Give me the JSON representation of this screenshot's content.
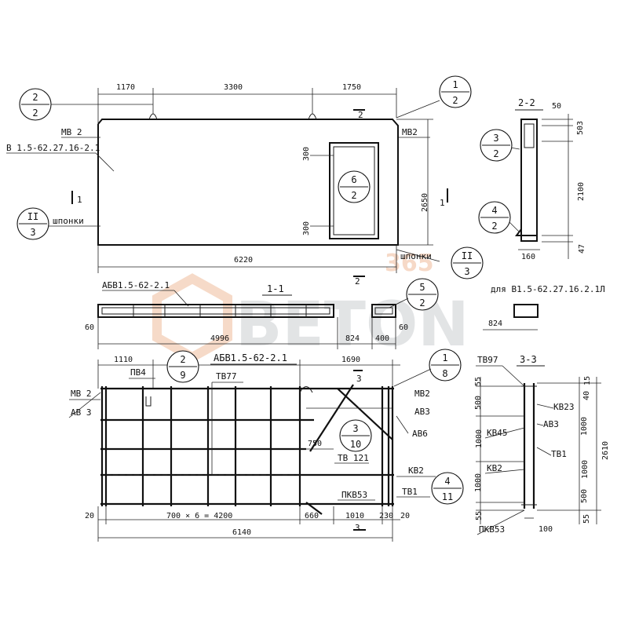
{
  "views": {
    "elevation": {
      "top_dims": [
        "1170",
        "3300",
        "1750"
      ],
      "bottom_dim": "6220",
      "height_dim": "2650",
      "opening_dims": [
        "300",
        "300"
      ],
      "mark_left": "МВ 2",
      "mark_right": "МВ2",
      "panel_code": "В 1.5-62.27.16-2.1",
      "keys_left": "шпонки",
      "keys_right": "шпонки",
      "section_marks": [
        "1",
        "1",
        "2",
        "2"
      ]
    },
    "section_1_1": {
      "title": "1-1",
      "label_left": "АБВ1.5-62-2.1",
      "label_right": "для В1.5-62.27.16.2.1Л",
      "dims": [
        "60",
        "4996",
        "824",
        "400",
        "60",
        "824"
      ]
    },
    "section_2_2": {
      "title": "2-2",
      "dims": [
        "50",
        "503",
        "2100",
        "47",
        "160"
      ]
    },
    "reinforcement": {
      "title": "АБВ1.5-62-2.1",
      "labels": [
        "МВ 2",
        "АВ 3",
        "ПВ4",
        "ТВ77",
        "МВ2",
        "АВ3",
        "АВ6",
        "ТВ 121",
        "КВ2",
        "ТВ1",
        "ПКВ53"
      ],
      "top_dims": [
        "1110",
        "1690"
      ],
      "bottom_dims": [
        "20",
        "700 × 6 = 4200",
        "660",
        "1010",
        "230",
        "20"
      ],
      "total": "6140",
      "inner_dim": "750",
      "section_marks": [
        "3",
        "3"
      ]
    },
    "section_3_3": {
      "title": "3-3",
      "labels": [
        "ТВ97",
        "КВ23",
        "АВ3",
        "КВ45",
        "ТВ1",
        "КВ2",
        "ПКВ53"
      ],
      "left_dims": [
        "55",
        "500",
        "1000",
        "1000",
        "55"
      ],
      "right_dims": [
        "15",
        "40",
        "1000",
        "1000",
        "500",
        "55"
      ],
      "total": "2610",
      "bottom_dim": "100"
    }
  },
  "bubbles": [
    {
      "top": "2",
      "bottom": "2"
    },
    {
      "top": "1",
      "bottom": "2"
    },
    {
      "top": "II",
      "bottom": "3"
    },
    {
      "top": "6",
      "bottom": "2"
    },
    {
      "top": "II",
      "bottom": "3"
    },
    {
      "top": "3",
      "bottom": "2"
    },
    {
      "top": "4",
      "bottom": "2"
    },
    {
      "top": "5",
      "bottom": "2"
    },
    {
      "top": "2",
      "bottom": "9"
    },
    {
      "top": "1",
      "bottom": "8"
    },
    {
      "top": "3",
      "bottom": "10"
    },
    {
      "top": "4",
      "bottom": "11"
    }
  ],
  "watermark": {
    "brand": "BETON",
    "number": "365"
  }
}
